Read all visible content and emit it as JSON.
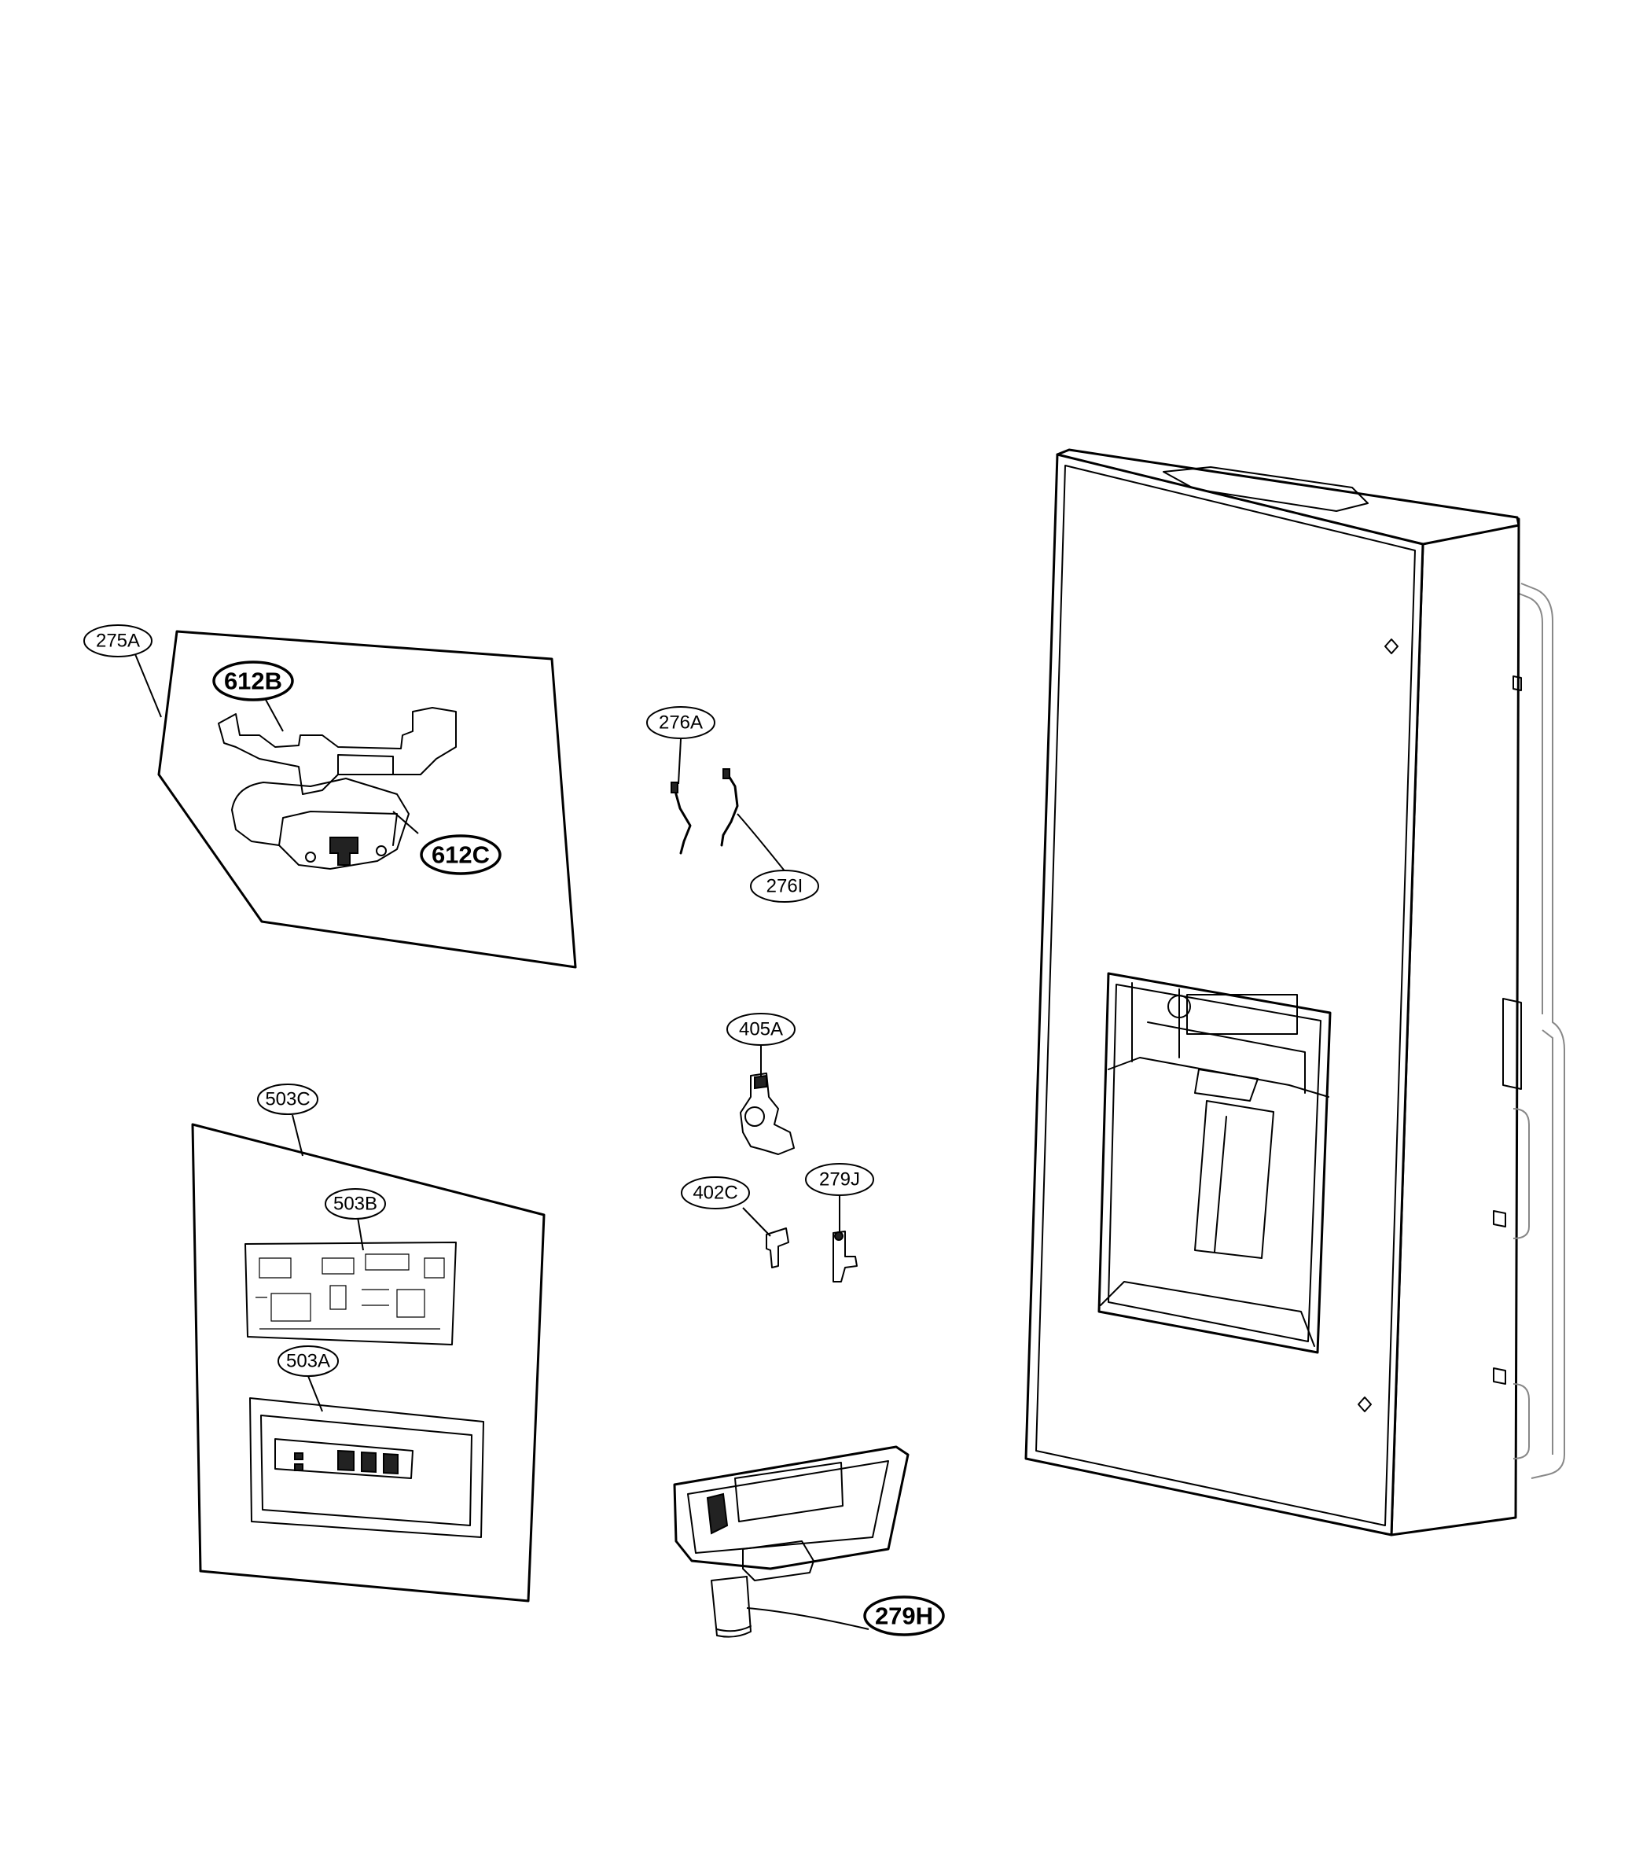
{
  "callouts": {
    "c275A": "275A",
    "c612B": "612B",
    "c612C": "612C",
    "c276A": "276A",
    "c276I": "276I",
    "c405A": "405A",
    "c503C": "503C",
    "c503B": "503B",
    "c503A": "503A",
    "c402C": "402C",
    "c279J": "279J",
    "c279H": "279H"
  }
}
